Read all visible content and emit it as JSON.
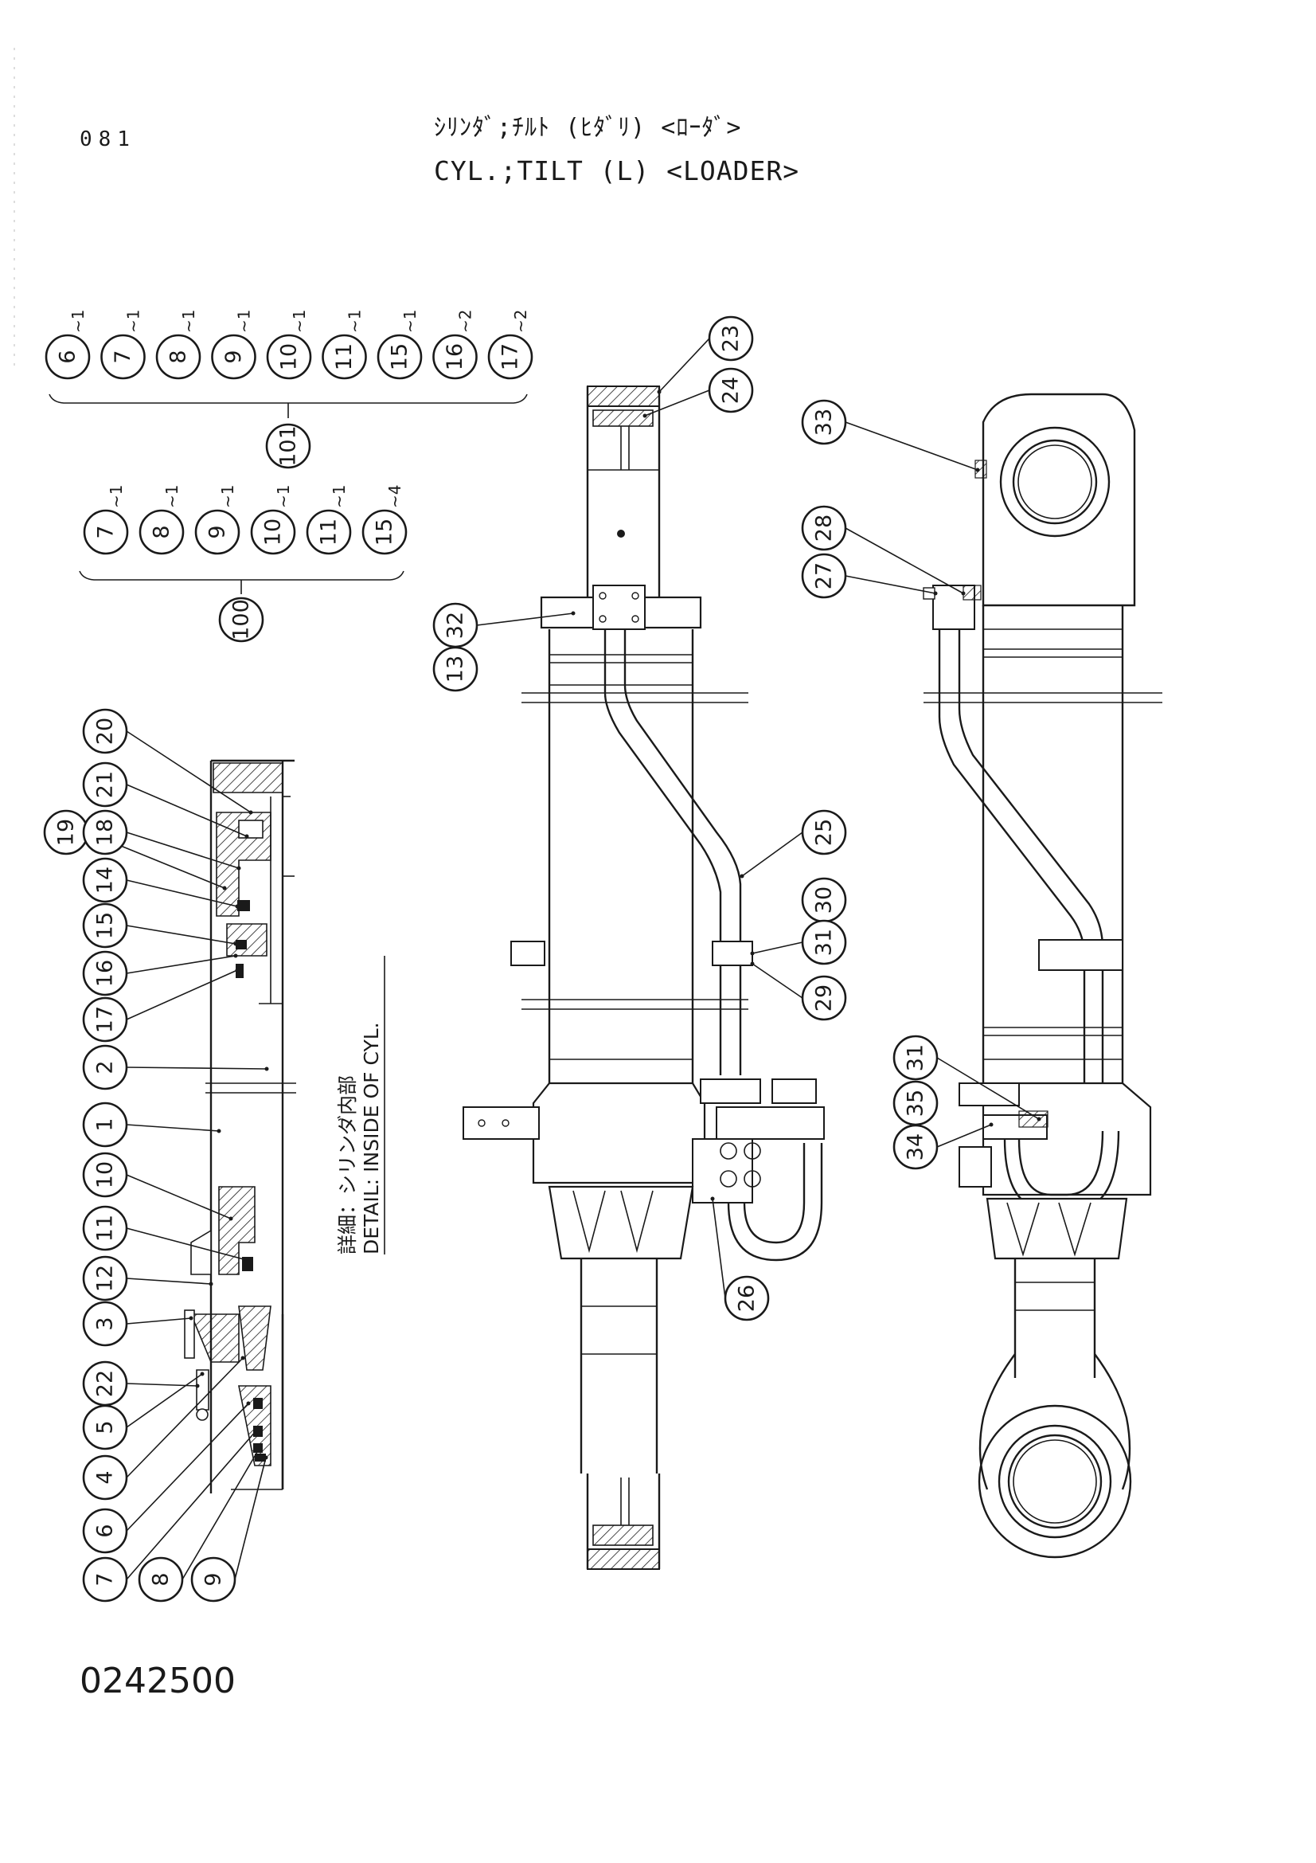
{
  "header": {
    "page_number": "081",
    "title_jp": "ｼﾘﾝﾀﾞ;ﾁﾙﾄ (ﾋﾀﾞﾘ) <ﾛｰﾀﾞ>",
    "title_en": "CYL.;TILT (L) <LOADER>"
  },
  "figure_number": "0242500",
  "detail_caption": {
    "jp": "詳細：シリンダ内部",
    "en": "DETAIL: INSIDE OF CYL."
  },
  "kits": {
    "kit_101": {
      "label": "101",
      "items": [
        {
          "num": "6",
          "qty": "1"
        },
        {
          "num": "7",
          "qty": "1"
        },
        {
          "num": "8",
          "qty": "1"
        },
        {
          "num": "9",
          "qty": "1"
        },
        {
          "num": "10",
          "qty": "1"
        },
        {
          "num": "11",
          "qty": "1"
        },
        {
          "num": "15",
          "qty": "1"
        },
        {
          "num": "16",
          "qty": "2"
        },
        {
          "num": "17",
          "qty": "2"
        }
      ]
    },
    "kit_100": {
      "label": "100",
      "items": [
        {
          "num": "7",
          "qty": "1"
        },
        {
          "num": "8",
          "qty": "1"
        },
        {
          "num": "9",
          "qty": "1"
        },
        {
          "num": "10",
          "qty": "1"
        },
        {
          "num": "11",
          "qty": "1"
        },
        {
          "num": "15",
          "qty": "4"
        }
      ]
    }
  },
  "detail_callouts": [
    "20",
    "21",
    "19",
    "18",
    "14",
    "15",
    "16",
    "17",
    "2",
    "1",
    "10",
    "11",
    "12",
    "3",
    "22",
    "5",
    "4",
    "6",
    "7",
    "8",
    "9"
  ],
  "main_callouts": [
    "23",
    "24",
    "32",
    "13",
    "25",
    "30",
    "31",
    "29",
    "26",
    "33",
    "28",
    "27",
    "31",
    "35",
    "34"
  ]
}
